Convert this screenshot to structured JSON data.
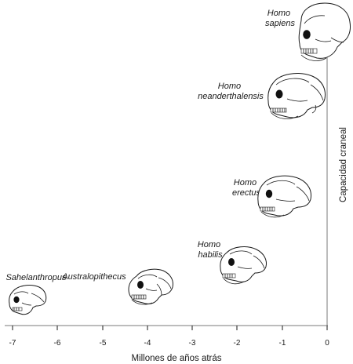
{
  "figure": {
    "x_axis": {
      "title": "Millones de años atrás",
      "ticks": [
        "-7",
        "-6",
        "-5",
        "-4",
        "-3",
        "-2",
        "-1",
        "0"
      ]
    },
    "y_axis": {
      "title": "Capacidad craneal"
    },
    "species": [
      {
        "id": "sahelanthropus",
        "lines": [
          "Sahelanthropus"
        ]
      },
      {
        "id": "australopithecus",
        "lines": [
          "Australopithecus"
        ]
      },
      {
        "id": "homo-habilis",
        "lines": [
          "Homo",
          "habilis"
        ]
      },
      {
        "id": "homo-erectus",
        "lines": [
          "Homo",
          "erectus"
        ]
      },
      {
        "id": "homo-neanderthalensis",
        "lines": [
          "Homo",
          "neanderthalensis"
        ]
      },
      {
        "id": "homo-sapiens",
        "lines": [
          "Homo",
          "sapiens"
        ]
      }
    ],
    "colors": {
      "ink": "#1a1a1a",
      "orbit": "#111111",
      "axis": "#7a7a7a"
    }
  }
}
